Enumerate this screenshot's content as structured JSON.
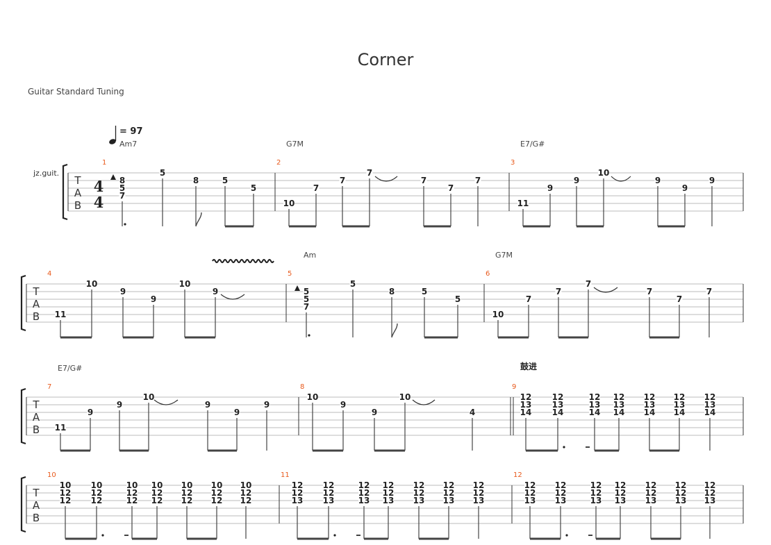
{
  "title": "Corner",
  "tuning": "Guitar Standard Tuning",
  "instrument": "jz.guit.",
  "tempo": "= 97",
  "time_signature": [
    "4",
    "4"
  ],
  "tab_letters": [
    "T",
    "A",
    "B"
  ],
  "annotation": "鼓进",
  "chords": [
    "Am7",
    "G7M",
    "E7/G#",
    "Am",
    "G7M",
    "E7/G#"
  ],
  "systems": [
    {
      "measures": [
        {
          "number": "1",
          "chord": "Am7",
          "notes": [
            {
              "frets": [
                "8",
                "5",
                "7"
              ],
              "strings": [
                2,
                3,
                4
              ],
              "arrow": true
            },
            {
              "frets": [
                "5"
              ],
              "strings": [
                1
              ]
            },
            {
              "frets": [
                "8"
              ],
              "strings": [
                2
              ]
            },
            {
              "frets": [
                "5"
              ],
              "strings": [
                2
              ]
            },
            {
              "frets": [
                "5"
              ],
              "strings": [
                3
              ]
            }
          ]
        },
        {
          "number": "2",
          "chord": "G7M",
          "notes": [
            {
              "frets": [
                "10"
              ],
              "strings": [
                5
              ]
            },
            {
              "frets": [
                "7"
              ],
              "strings": [
                3
              ]
            },
            {
              "frets": [
                "7"
              ],
              "strings": [
                2
              ]
            },
            {
              "frets": [
                "7"
              ],
              "strings": [
                1
              ]
            },
            {
              "frets": [
                "7"
              ],
              "strings": [
                2
              ]
            },
            {
              "frets": [
                "7"
              ],
              "strings": [
                3
              ]
            },
            {
              "frets": [
                "7"
              ],
              "strings": [
                2
              ]
            }
          ]
        },
        {
          "number": "3",
          "chord": "E7/G#",
          "notes": [
            {
              "frets": [
                "11"
              ],
              "strings": [
                5
              ]
            },
            {
              "frets": [
                "9"
              ],
              "strings": [
                3
              ]
            },
            {
              "frets": [
                "9"
              ],
              "strings": [
                2
              ]
            },
            {
              "frets": [
                "10"
              ],
              "strings": [
                1
              ]
            },
            {
              "frets": [
                "9"
              ],
              "strings": [
                2
              ]
            },
            {
              "frets": [
                "9"
              ],
              "strings": [
                3
              ]
            },
            {
              "frets": [
                "9"
              ],
              "strings": [
                2
              ]
            }
          ]
        }
      ]
    },
    {
      "measures": [
        {
          "number": "4",
          "chord": "",
          "notes": [
            {
              "frets": [
                "11"
              ],
              "strings": [
                5
              ]
            },
            {
              "frets": [
                "10"
              ],
              "strings": [
                1
              ]
            },
            {
              "frets": [
                "9"
              ],
              "strings": [
                2
              ]
            },
            {
              "frets": [
                "9"
              ],
              "strings": [
                3
              ]
            },
            {
              "frets": [
                "10"
              ],
              "strings": [
                1
              ]
            },
            {
              "frets": [
                "9"
              ],
              "strings": [
                2
              ]
            }
          ]
        },
        {
          "number": "5",
          "chord": "Am",
          "notes": [
            {
              "frets": [
                "5",
                "5",
                "7"
              ],
              "strings": [
                2,
                3,
                4
              ],
              "arrow": true
            },
            {
              "frets": [
                "5"
              ],
              "strings": [
                1
              ]
            },
            {
              "frets": [
                "8"
              ],
              "strings": [
                2
              ]
            },
            {
              "frets": [
                "5"
              ],
              "strings": [
                2
              ]
            },
            {
              "frets": [
                "5"
              ],
              "strings": [
                3
              ]
            }
          ]
        },
        {
          "number": "6",
          "chord": "G7M",
          "notes": [
            {
              "frets": [
                "10"
              ],
              "strings": [
                5
              ]
            },
            {
              "frets": [
                "7"
              ],
              "strings": [
                3
              ]
            },
            {
              "frets": [
                "7"
              ],
              "strings": [
                2
              ]
            },
            {
              "frets": [
                "7"
              ],
              "strings": [
                1
              ]
            },
            {
              "frets": [
                "7"
              ],
              "strings": [
                2
              ]
            },
            {
              "frets": [
                "7"
              ],
              "strings": [
                3
              ]
            },
            {
              "frets": [
                "7"
              ],
              "strings": [
                2
              ]
            }
          ]
        }
      ]
    },
    {
      "measures": [
        {
          "number": "7",
          "chord": "E7/G#",
          "notes": [
            {
              "frets": [
                "11"
              ],
              "strings": [
                5
              ]
            },
            {
              "frets": [
                "9"
              ],
              "strings": [
                3
              ]
            },
            {
              "frets": [
                "9"
              ],
              "strings": [
                2
              ]
            },
            {
              "frets": [
                "10"
              ],
              "strings": [
                1
              ]
            },
            {
              "frets": [
                "9"
              ],
              "strings": [
                2
              ]
            },
            {
              "frets": [
                "9"
              ],
              "strings": [
                3
              ]
            },
            {
              "frets": [
                "9"
              ],
              "strings": [
                2
              ]
            }
          ]
        },
        {
          "number": "8",
          "chord": "",
          "notes": [
            {
              "frets": [
                "10"
              ],
              "strings": [
                1
              ]
            },
            {
              "frets": [
                "9"
              ],
              "strings": [
                2
              ]
            },
            {
              "frets": [
                "9"
              ],
              "strings": [
                3
              ]
            },
            {
              "frets": [
                "10"
              ],
              "strings": [
                1
              ]
            },
            {
              "frets": [
                "4"
              ],
              "strings": [
                3
              ]
            }
          ]
        },
        {
          "number": "9",
          "chord": "",
          "notes": [
            {
              "frets": [
                "12",
                "13",
                "14"
              ],
              "strings": [
                1,
                2,
                3
              ]
            },
            {
              "frets": [
                "12",
                "13",
                "14"
              ],
              "strings": [
                1,
                2,
                3
              ]
            },
            {
              "frets": [
                "12",
                "13",
                "14"
              ],
              "strings": [
                1,
                2,
                3
              ]
            },
            {
              "frets": [
                "12",
                "13",
                "14"
              ],
              "strings": [
                1,
                2,
                3
              ]
            },
            {
              "frets": [
                "12",
                "13",
                "14"
              ],
              "strings": [
                1,
                2,
                3
              ]
            },
            {
              "frets": [
                "12",
                "13",
                "14"
              ],
              "strings": [
                1,
                2,
                3
              ]
            },
            {
              "frets": [
                "12",
                "13",
                "14"
              ],
              "strings": [
                1,
                2,
                3
              ]
            }
          ]
        }
      ]
    },
    {
      "measures": [
        {
          "number": "10",
          "chord": "",
          "notes": [
            {
              "frets": [
                "10",
                "12",
                "12"
              ],
              "strings": [
                1,
                2,
                3
              ]
            },
            {
              "frets": [
                "10",
                "12",
                "12"
              ],
              "strings": [
                1,
                2,
                3
              ]
            },
            {
              "frets": [
                "10",
                "12",
                "12"
              ],
              "strings": [
                1,
                2,
                3
              ]
            },
            {
              "frets": [
                "10",
                "12",
                "12"
              ],
              "strings": [
                1,
                2,
                3
              ]
            },
            {
              "frets": [
                "10",
                "12",
                "12"
              ],
              "strings": [
                1,
                2,
                3
              ]
            },
            {
              "frets": [
                "10",
                "12",
                "12"
              ],
              "strings": [
                1,
                2,
                3
              ]
            },
            {
              "frets": [
                "10",
                "12",
                "12"
              ],
              "strings": [
                1,
                2,
                3
              ]
            }
          ]
        },
        {
          "number": "11",
          "chord": "",
          "notes": [
            {
              "frets": [
                "12",
                "12",
                "13"
              ],
              "strings": [
                1,
                2,
                3
              ]
            },
            {
              "frets": [
                "12",
                "12",
                "13"
              ],
              "strings": [
                1,
                2,
                3
              ]
            },
            {
              "frets": [
                "12",
                "12",
                "13"
              ],
              "strings": [
                1,
                2,
                3
              ]
            },
            {
              "frets": [
                "12",
                "12",
                "13"
              ],
              "strings": [
                1,
                2,
                3
              ]
            },
            {
              "frets": [
                "12",
                "12",
                "13"
              ],
              "strings": [
                1,
                2,
                3
              ]
            },
            {
              "frets": [
                "12",
                "12",
                "13"
              ],
              "strings": [
                1,
                2,
                3
              ]
            },
            {
              "frets": [
                "12",
                "12",
                "13"
              ],
              "strings": [
                1,
                2,
                3
              ]
            }
          ]
        },
        {
          "number": "12",
          "chord": "",
          "notes": [
            {
              "frets": [
                "12",
                "12",
                "13"
              ],
              "strings": [
                1,
                2,
                3
              ]
            },
            {
              "frets": [
                "12",
                "12",
                "13"
              ],
              "strings": [
                1,
                2,
                3
              ]
            },
            {
              "frets": [
                "12",
                "12",
                "13"
              ],
              "strings": [
                1,
                2,
                3
              ]
            },
            {
              "frets": [
                "12",
                "12",
                "13"
              ],
              "strings": [
                1,
                2,
                3
              ]
            },
            {
              "frets": [
                "12",
                "12",
                "13"
              ],
              "strings": [
                1,
                2,
                3
              ]
            },
            {
              "frets": [
                "12",
                "12",
                "13"
              ],
              "strings": [
                1,
                2,
                3
              ]
            },
            {
              "frets": [
                "12",
                "12",
                "13"
              ],
              "strings": [
                1,
                2,
                3
              ]
            }
          ]
        }
      ]
    }
  ]
}
